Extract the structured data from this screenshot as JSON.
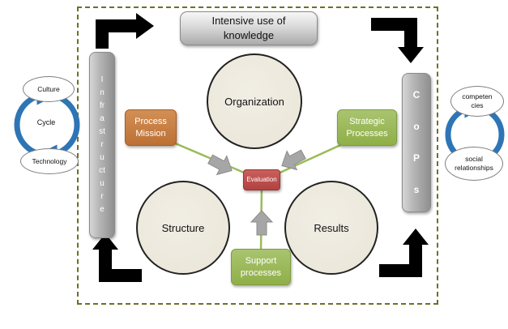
{
  "banner": {
    "label": "Intensive use of\nknowledge"
  },
  "bars": {
    "left": "Infrastructure",
    "right": "CoPs"
  },
  "circles": {
    "organization": "Organization",
    "structure": "Structure",
    "results": "Results"
  },
  "center": {
    "label": "Evaluation"
  },
  "boxes": {
    "process_mission": "Process\nMission",
    "strategic": "Strategic\nProcesses",
    "support": "Support\nprocesses"
  },
  "left_cycle": {
    "top": "Culture",
    "label": "Cycle",
    "bottom": "Technology"
  },
  "right_cycle": {
    "top": "competen\ncies",
    "bottom": "social\nrelationships"
  },
  "colors": {
    "accent_green": "#9bbb59",
    "accent_orange": "#c07e40",
    "accent_red": "#c0504d",
    "cycle_blue": "#2e75b6",
    "frame_olive": "#6f6f28",
    "circle_fill": "#edeadf"
  }
}
